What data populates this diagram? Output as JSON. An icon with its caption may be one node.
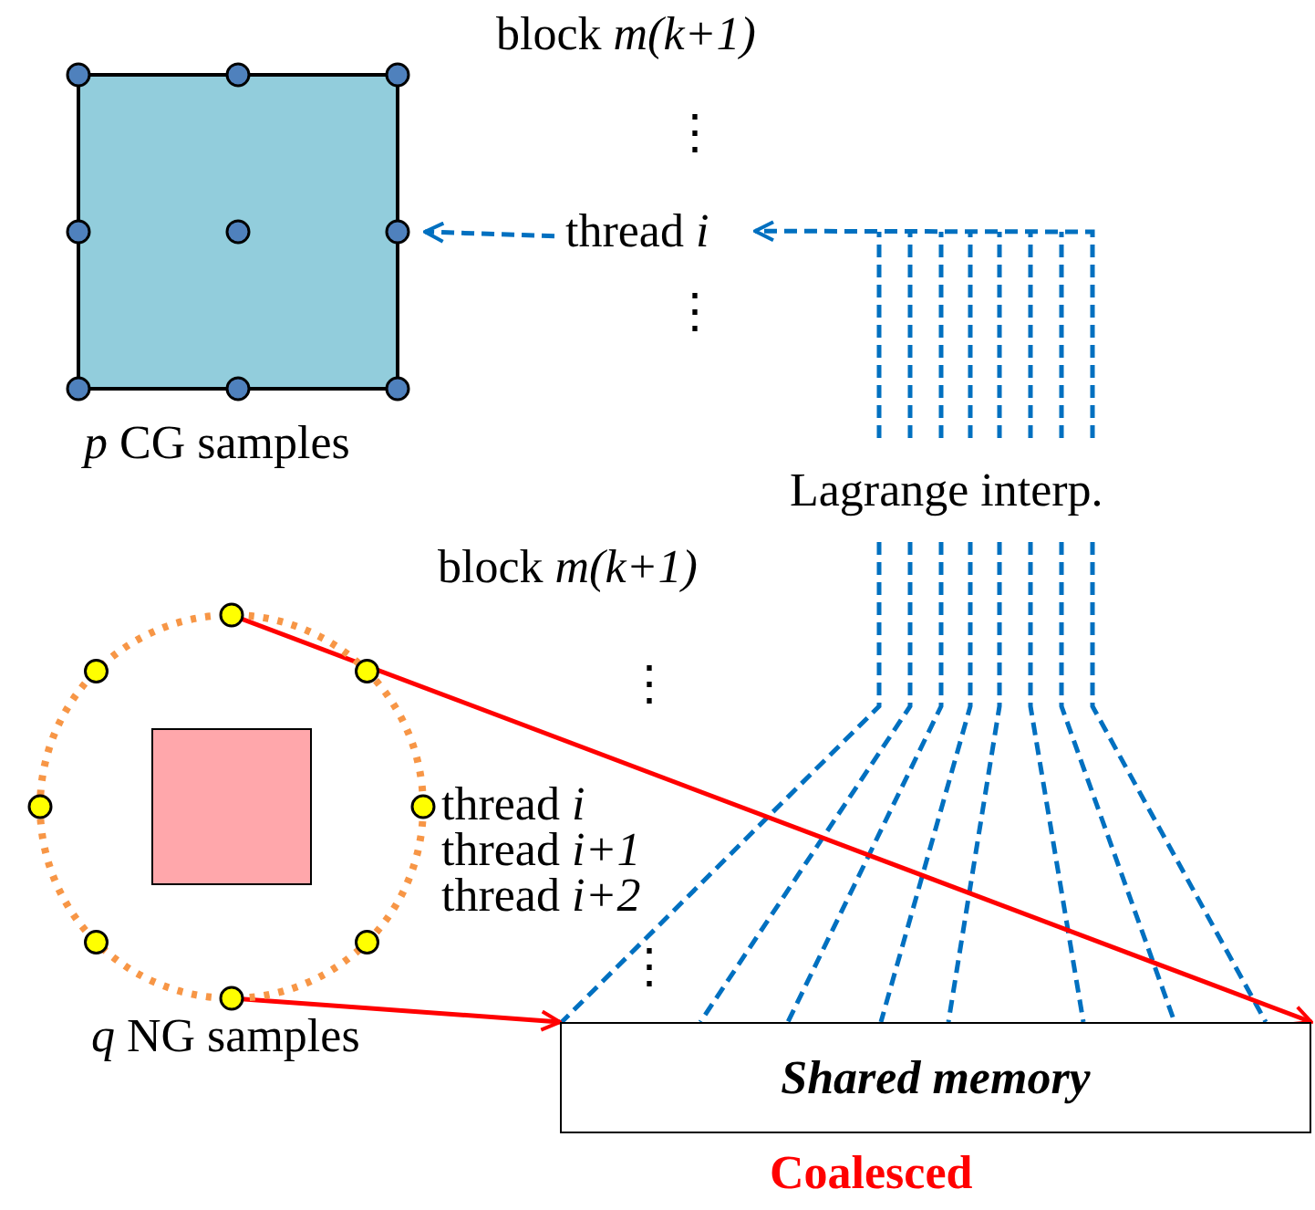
{
  "diagram": {
    "nodes": [
      {
        "text": [],
        "shape": "box",
        "beside": [
          "*p* CG samples"
        ]
      },
      {
        "text": [
          "thread *i*"
        ]
      },
      {
        "text": [
          "Lagrange interp."
        ]
      },
      {
        "text": [],
        "shape": "circle",
        "beside": [
          "*q* NG samples"
        ]
      },
      {
        "text": [],
        "shape": "box",
        "in": 3
      },
      {
        "text": [
          "Shared memory"
        ]
      }
    ],
    "edges": [
      {
        "from": 1,
        "to": 0,
        "arrow": "to",
        "style": "dashed"
      },
      {
        "from": 2,
        "to": 1,
        "arrow": "to",
        "style": "dashed"
      },
      {
        "from": 2,
        "to": 5,
        "arrow": "none",
        "style": "dashed"
      },
      {
        "from": 2,
        "to": 5,
        "arrow": "none",
        "style": "dashed"
      },
      {
        "from": 2,
        "to": 5,
        "arrow": "none",
        "style": "dashed"
      },
      {
        "from": 2,
        "to": 5,
        "arrow": "none",
        "style": "dashed"
      },
      {
        "from": 2,
        "to": 5,
        "arrow": "none",
        "style": "dashed"
      },
      {
        "from": 2,
        "to": 5,
        "arrow": "none",
        "style": "dashed"
      },
      {
        "from": 2,
        "to": 5,
        "arrow": "none",
        "style": "dashed"
      },
      {
        "from": 2,
        "to": 5,
        "arrow": "none",
        "style": "dashed"
      },
      {
        "from": 3,
        "to": 5,
        "arrow": "to",
        "color": "#ff0000"
      },
      {
        "from": 3,
        "to": 5,
        "arrow": "to",
        "color": "#ff0000"
      }
    ],
    "labels": [
      "block *m(k+1)*",
      "⋮",
      "⋮",
      "block *m(k+1)*",
      "⋮",
      "thread *i*",
      "thread *i+1*",
      "thread *i+2*",
      "⋮",
      "Coalesced"
    ]
  }
}
